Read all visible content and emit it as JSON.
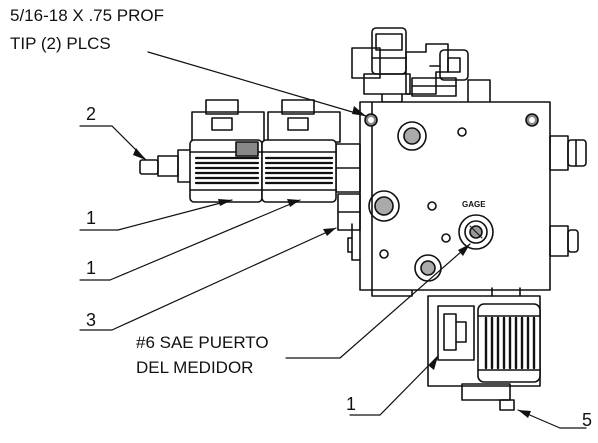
{
  "callouts": {
    "tapped_hole_line1": "5/16-18 X .75 PROF",
    "tapped_hole_line2": "TIP (2) PLCS",
    "gauge_port_line1": "#6 SAE PUERTO",
    "gauge_port_line2": "DEL MEDIDOR",
    "gage_marking": "GAGE"
  },
  "item_numbers": {
    "left_upper_1": "1",
    "left_lower_1": "1",
    "left_3": "3",
    "left_2": "2",
    "bottom_1": "1",
    "bottom_5": "5"
  },
  "colors": {
    "line": "#111111",
    "shade": "#666666",
    "background": "#ffffff"
  }
}
